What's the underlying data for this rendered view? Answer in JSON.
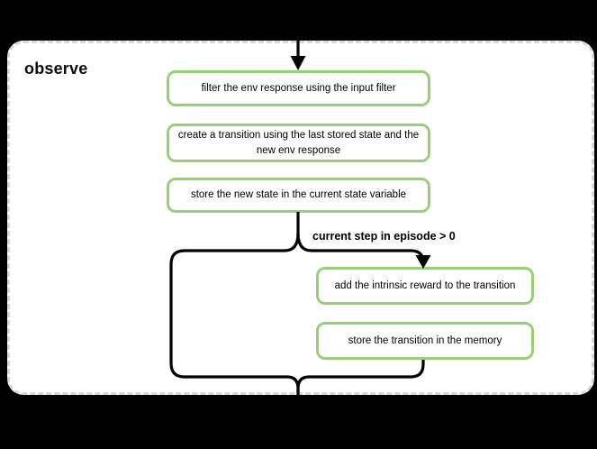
{
  "diagram": {
    "group_label": "observe",
    "condition_label": "current step in episode > 0",
    "nodes": [
      {
        "id": "filter-env-response",
        "label": "filter the env response using the input filter"
      },
      {
        "id": "create-transition",
        "label": "create a transition using the last stored state and the new env response"
      },
      {
        "id": "store-new-state",
        "label": "store the new state in the current state variable"
      },
      {
        "id": "add-intrinsic-reward",
        "label": "add the intrinsic reward to the transition"
      },
      {
        "id": "store-transition",
        "label": "store the transition in the memory"
      }
    ],
    "edges": [
      {
        "from": "entry",
        "to": "filter-env-response",
        "label": ""
      },
      {
        "from": "store-new-state",
        "to": "add-intrinsic-reward",
        "label": "current step in episode > 0"
      },
      {
        "from": "store-new-state",
        "to": "exit",
        "label": ""
      },
      {
        "from": "store-transition",
        "to": "exit",
        "label": ""
      }
    ],
    "colors": {
      "canvas_background": "#000000",
      "group_background": "#ffffff",
      "group_border": "#d8d8d8",
      "node_border": "#97d077",
      "node_background": "#ffffff",
      "connector": "#000000",
      "text": "#000000"
    }
  }
}
